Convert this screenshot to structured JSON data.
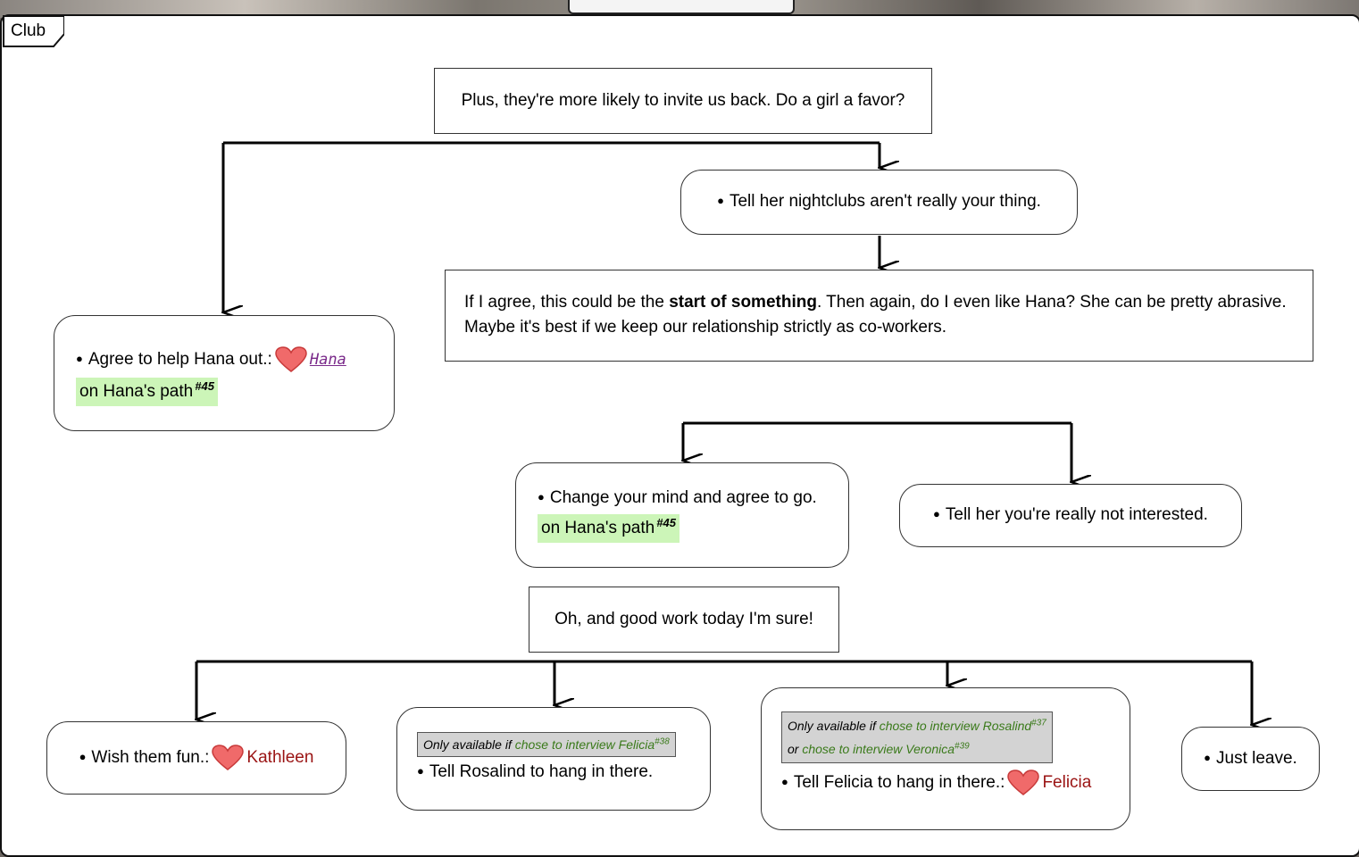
{
  "frame_label": "Club",
  "nodes": {
    "n1": {
      "text": "Plus, they're more likely to invite us back. Do a girl a favor?"
    },
    "n2": {
      "text": "Tell her nightclubs aren't really your thing."
    },
    "n3": {
      "pre": "If I agree, this could be the ",
      "bold": "start of something",
      "post": ". Then again, do I even like Hana? She can be pretty abrasive. Maybe it's best if we keep our relationship strictly as co-workers."
    },
    "n4": {
      "text": "Agree to help Hana out.:",
      "link": "Hana",
      "path": "on Hana's path",
      "ref": "#45"
    },
    "n5": {
      "text": "Change your mind and agree to go.",
      "path": "on Hana's path",
      "ref": "#45"
    },
    "n6": {
      "text": "Tell her you're really not interested."
    },
    "n7": {
      "text": "Oh, and good work today I'm sure!"
    },
    "n8": {
      "text": "Wish them fun.:",
      "character": "Kathleen"
    },
    "n9": {
      "cond_prefix": "Only available if ",
      "cond_text": "chose to interview Felicia",
      "cond_ref": "#38",
      "text": "Tell Rosalind to hang in there."
    },
    "n10": {
      "cond_prefix": "Only available if ",
      "cond_text": "chose to interview Rosalind",
      "cond_ref": "#37",
      "cond_or": "or ",
      "cond_text2": "chose to interview Veronica",
      "cond_ref2": "#39",
      "text": "Tell Felicia to hang in there.:",
      "character": "Felicia"
    },
    "n11": {
      "text": "Just leave."
    }
  },
  "colors": {
    "path_highlight": "#ccf5b8",
    "heart": "#f06a6a",
    "character": "#9a1313",
    "condition_green": "#3a7a1a"
  }
}
